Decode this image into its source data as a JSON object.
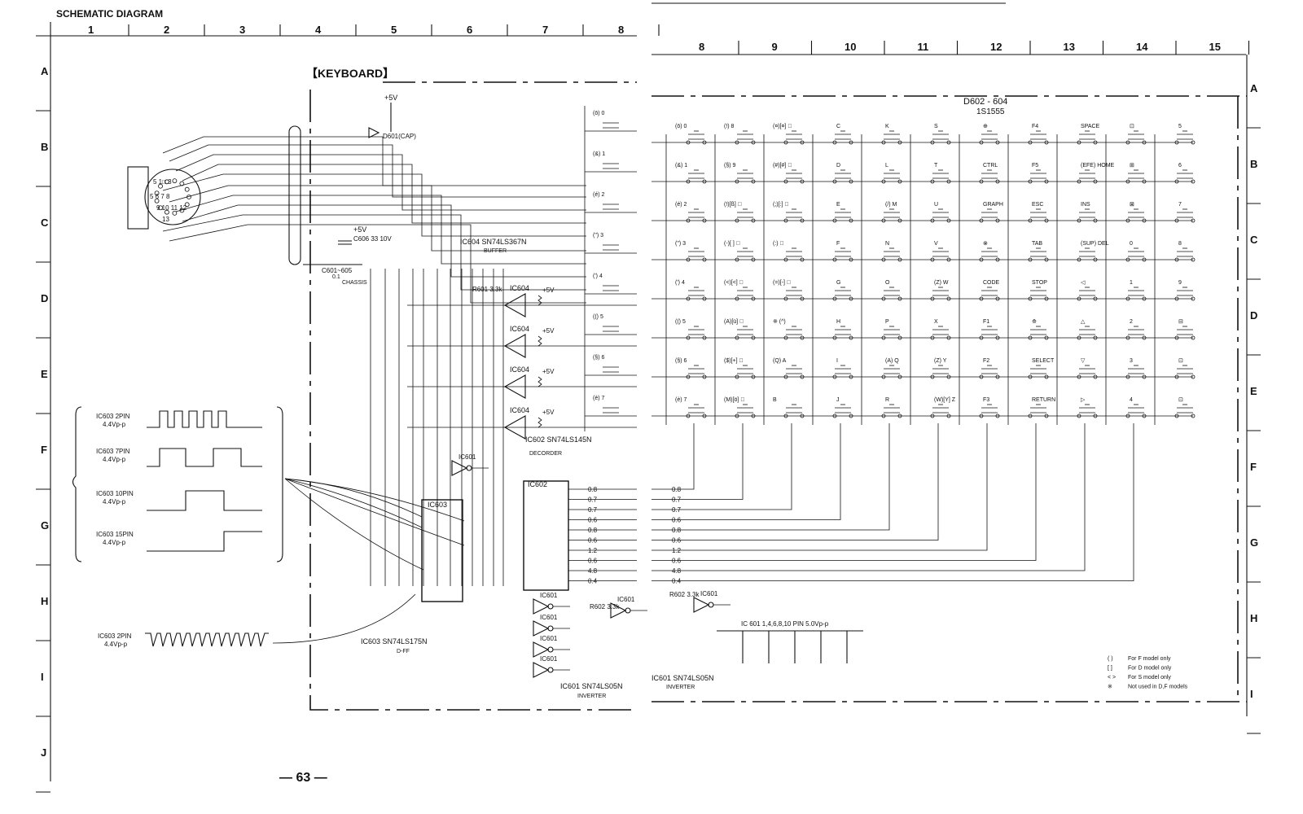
{
  "header": {
    "title": "SCHEMATIC DIAGRAM",
    "block_title": "【KEYBOARD】",
    "page_number": "— 63 —"
  },
  "columns_left": [
    "1",
    "2",
    "3",
    "4",
    "5",
    "6",
    "7",
    "8"
  ],
  "columns_right": [
    "8",
    "9",
    "10",
    "11",
    "12",
    "13",
    "14",
    "15"
  ],
  "rows": [
    "A",
    "B",
    "C",
    "D",
    "E",
    "F",
    "G",
    "H",
    "I",
    "J"
  ],
  "power": {
    "plus5": "+5V",
    "led": "D601(CAP)",
    "cap": "C606 33 10V",
    "caps": "C601~605",
    "cap_val": "0.1",
    "chassis": "CHASSIS"
  },
  "ic_labels": {
    "ic604": "IC604 SN74LS367N",
    "ic604_sub": "BUFFER",
    "ic602": "IC602 SN74LS145N",
    "ic602_sub": "DECORDER",
    "ic603": "IC603 SN74LS175N",
    "ic603_sub": "D-FF",
    "ic601": "IC601 SN74LS05N",
    "ic601_sub": "INVERTER",
    "ic601_r": "IC601 SN74LS05N",
    "ic601_r_sub": "INVERTER",
    "d602": "D602 - 604",
    "d602_sub": "1S1555",
    "r601": "R601 3.3k",
    "r602": "R602 3.3k",
    "r602_r": "R602 3.3k",
    "u601": "IC601",
    "u602": "IC602",
    "u603": "IC603",
    "u604": "IC604"
  },
  "waveforms": [
    {
      "label": "IC603  2PIN",
      "amp": "4.4Vp-p"
    },
    {
      "label": "IC603  7PIN",
      "amp": "4.4Vp-p"
    },
    {
      "label": "IC603  10PIN",
      "amp": "4.4Vp-p"
    },
    {
      "label": "IC603  15PIN",
      "amp": "4.4Vp-p"
    },
    {
      "label": "IC603   2PIN",
      "amp": "4.4Vp-p"
    }
  ],
  "pulse_note": "IC 601 1,4,6,8,10 PIN  5.0Vp-p",
  "voltages": [
    "0.8",
    "0.7",
    "0.7",
    "0.6",
    "0.8",
    "0.6",
    "1.2",
    "0.6",
    "4.8",
    "0.4"
  ],
  "keys": [
    [
      "(ō) 0",
      "(!) 8",
      "(¤)[¤] ⃞",
      "C",
      "K",
      "S",
      "⊕",
      "F4",
      "SPACE",
      "⊡",
      "5"
    ],
    [
      "(&) 1",
      "(§) 9",
      "(#)[#] ⃞",
      "D",
      "L",
      "T",
      "CTRL",
      "F5",
      "(EFE) HOME",
      "⊞",
      "6"
    ],
    [
      "(é) 2",
      "(!)[ß] ⃞",
      "(;)[:] ⃞",
      "E",
      "(/) M",
      "U",
      "GRAPH",
      "ESC",
      "INS",
      "⊠",
      "7"
    ],
    [
      "(\") 3",
      "(-)[ ] ⃞",
      "(:) ⃞",
      "F",
      "N",
      "V",
      "⊗",
      "TAB",
      "(SUP) DEL",
      "0",
      "8"
    ],
    [
      "(') 4",
      "(<)[<] ⃞",
      "(=)[-] ⃞",
      "G",
      "O",
      "(Z) W",
      "CODE",
      "STOP",
      "◁",
      "1",
      "9"
    ],
    [
      "(() 5",
      "(A)[ü] ⃞",
      "※ (^)",
      "H",
      "P",
      "X",
      "F1",
      "⟰",
      "△",
      "2",
      "⊟"
    ],
    [
      "(§) 6",
      "($)[+] ⃞",
      "(Q) A",
      "I",
      "(A) Q",
      "(Z) Y",
      "F2",
      "SELECT",
      "▽",
      "3",
      "⊡"
    ],
    [
      "(è) 7",
      "(M)[ö] ⃞",
      "B",
      "J",
      "R",
      "(W)[Y] Z",
      "F3",
      "RETURN",
      "▷",
      "4",
      "⊡"
    ]
  ],
  "keys_left": [
    "(ō) 0",
    "(&) 1",
    "(é) 2",
    "(\") 3",
    "(') 4",
    "(() 5",
    "(§) 6",
    "(è) 7"
  ],
  "legend": [
    {
      "sym": "(  )",
      "text": "For F model only"
    },
    {
      "sym": "[  ]",
      "text": "For D model only"
    },
    {
      "sym": "<  >",
      "text": "For S model only"
    },
    {
      "sym": "※",
      "text": "Not used in D,F models"
    }
  ]
}
